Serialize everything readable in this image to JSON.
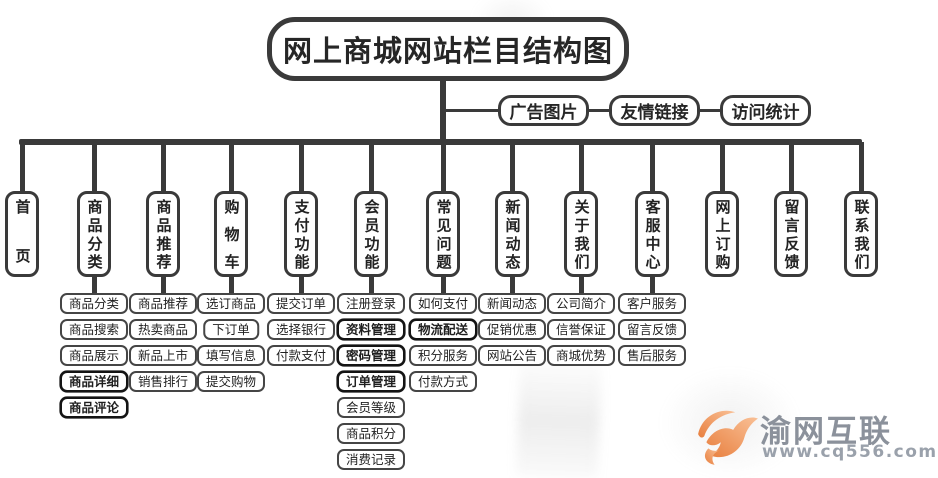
{
  "title": "网上商城网站栏目结构图",
  "top_links": [
    {
      "label": "广告图片"
    },
    {
      "label": "友情链接"
    },
    {
      "label": "访问统计"
    }
  ],
  "columns": [
    {
      "label": "首页",
      "items": []
    },
    {
      "label": "商品分类",
      "items": [
        {
          "text": "商品分类"
        },
        {
          "text": "商品搜索"
        },
        {
          "text": "商品展示"
        },
        {
          "text": "商品详细",
          "bold": true
        },
        {
          "text": "商品评论",
          "bold": true
        }
      ]
    },
    {
      "label": "商品推荐",
      "items": [
        {
          "text": "商品推荐"
        },
        {
          "text": "热卖商品"
        },
        {
          "text": "新品上市"
        },
        {
          "text": "销售排行"
        }
      ]
    },
    {
      "label": "购物车",
      "items": [
        {
          "text": "选订商品"
        },
        {
          "text": "下订单"
        },
        {
          "text": "填写信息"
        },
        {
          "text": "提交购物"
        }
      ]
    },
    {
      "label": "支付功能",
      "items": [
        {
          "text": "提交订单"
        },
        {
          "text": "选择银行"
        },
        {
          "text": "付款支付"
        }
      ]
    },
    {
      "label": "会员功能",
      "items": [
        {
          "text": "注册登录"
        },
        {
          "text": "资料管理",
          "bold": true
        },
        {
          "text": "密码管理",
          "bold": true
        },
        {
          "text": "订单管理",
          "bold": true
        },
        {
          "text": "会员等级"
        },
        {
          "text": "商品积分"
        },
        {
          "text": "消费记录"
        }
      ]
    },
    {
      "label": "常见问题",
      "items": [
        {
          "text": "如何支付"
        },
        {
          "text": "物流配送",
          "bold": true
        },
        {
          "text": "积分服务"
        },
        {
          "text": "付款方式"
        }
      ]
    },
    {
      "label": "新闻动态",
      "items": [
        {
          "text": "新闻动态"
        },
        {
          "text": "促销优惠"
        },
        {
          "text": "网站公告"
        }
      ]
    },
    {
      "label": "关于我们",
      "items": [
        {
          "text": "公司简介"
        },
        {
          "text": "信誉保证"
        },
        {
          "text": "商城优势"
        }
      ]
    },
    {
      "label": "客服中心",
      "items": [
        {
          "text": "客户服务"
        },
        {
          "text": "留言反馈"
        },
        {
          "text": "售后服务"
        }
      ]
    },
    {
      "label": "网上订购",
      "items": []
    },
    {
      "label": "留言反馈",
      "items": []
    },
    {
      "label": "联系我们",
      "items": []
    }
  ],
  "watermark": {
    "brand": "渝网互联",
    "url": "www.cq556.com"
  },
  "colors": {
    "line": "#3a3a3a",
    "logo_orange_dark": "#e87f3e",
    "logo_orange_light": "#f9c096",
    "watermark_gray": "#8b919b"
  }
}
